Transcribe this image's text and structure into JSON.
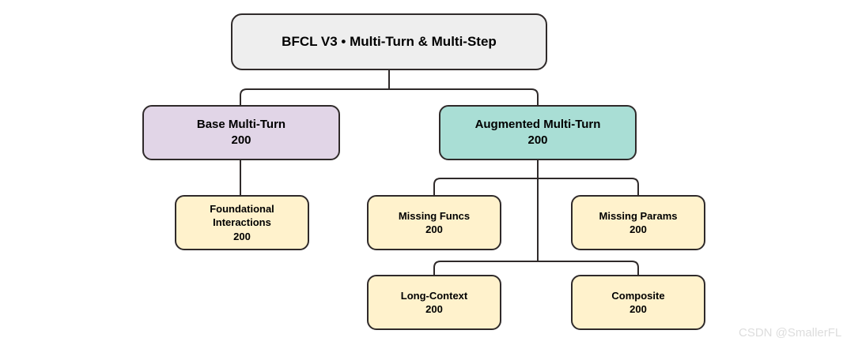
{
  "diagram": {
    "type": "tree",
    "title": "BFCL V3 Multi-Turn & Multi-Step taxonomy",
    "colors": {
      "root_fill": "#eeeeee",
      "base_fill": "#e1d5e7",
      "augmented_fill": "#a9ded5",
      "leaf_fill": "#fff2cc",
      "stroke": "#2f2a2a",
      "watermark": "#dddddd"
    },
    "nodes": {
      "root": {
        "label": "BFCL V3 • Multi-Turn & Multi-Step"
      },
      "base": {
        "label": "Base Multi-Turn",
        "count": "200"
      },
      "augmented": {
        "label": "Augmented Multi-Turn",
        "count": "200"
      },
      "foundational": {
        "label_line1": "Foundational",
        "label_line2": "Interactions",
        "count": "200"
      },
      "missing_funcs": {
        "label": "Missing Funcs",
        "count": "200"
      },
      "missing_params": {
        "label": "Missing Params",
        "count": "200"
      },
      "long_context": {
        "label": "Long-Context",
        "count": "200"
      },
      "composite": {
        "label": "Composite",
        "count": "200"
      }
    }
  },
  "watermark": {
    "text": "CSDN @SmallerFL"
  }
}
